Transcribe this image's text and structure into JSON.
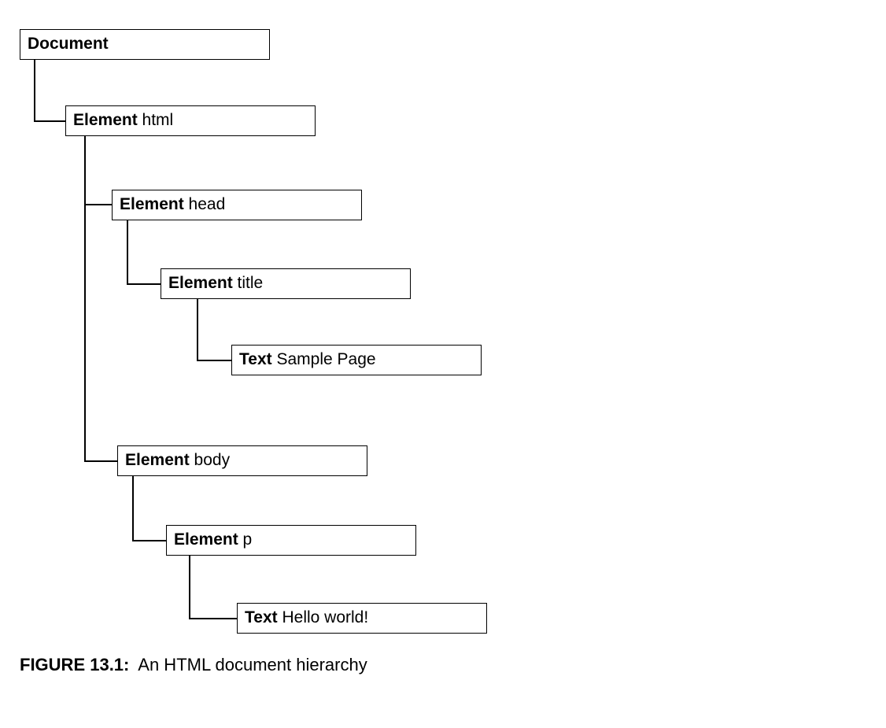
{
  "diagram": {
    "nodes": [
      {
        "id": "document",
        "kind": "Document",
        "value": ""
      },
      {
        "id": "html",
        "kind": "Element",
        "value": "html"
      },
      {
        "id": "head",
        "kind": "Element",
        "value": "head"
      },
      {
        "id": "title",
        "kind": "Element",
        "value": "title"
      },
      {
        "id": "text1",
        "kind": "Text",
        "value": "Sample Page"
      },
      {
        "id": "body",
        "kind": "Element",
        "value": "body"
      },
      {
        "id": "p",
        "kind": "Element",
        "value": "p"
      },
      {
        "id": "text2",
        "kind": "Text",
        "value": "Hello world!"
      }
    ],
    "edges": [
      [
        "document",
        "html"
      ],
      [
        "html",
        "head"
      ],
      [
        "head",
        "title"
      ],
      [
        "title",
        "text1"
      ],
      [
        "html",
        "body"
      ],
      [
        "body",
        "p"
      ],
      [
        "p",
        "text2"
      ]
    ]
  },
  "caption": {
    "label": "FIGURE 13.1:",
    "text": "An HTML document hierarchy"
  }
}
